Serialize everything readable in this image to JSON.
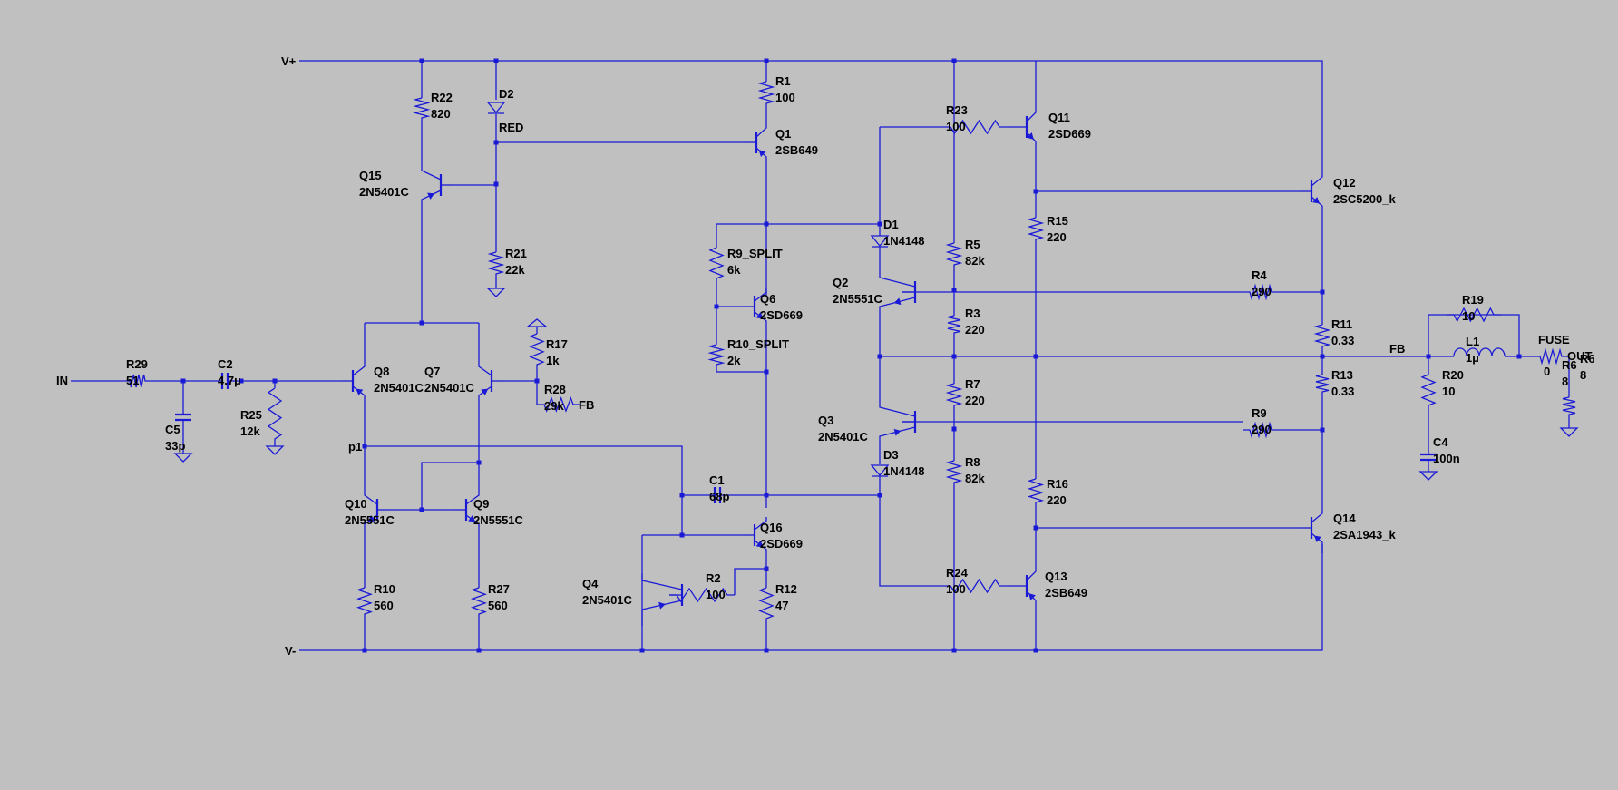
{
  "title": "",
  "power": {
    "vplus": "V+",
    "vminus": "V-"
  },
  "nets": {
    "in": "IN",
    "fb1": "FB",
    "fb2": "FB",
    "p1": "p1",
    "out": "OUT",
    "fuse": "FUSE",
    "fuse_value": "0"
  },
  "components": {
    "R29": {
      "ref": "R29",
      "value": "51"
    },
    "C2": {
      "ref": "C2",
      "value": "4.7µ"
    },
    "C5": {
      "ref": "C5",
      "value": "33p"
    },
    "R25": {
      "ref": "R25",
      "value": "12k"
    },
    "R22": {
      "ref": "R22",
      "value": "820"
    },
    "D2": {
      "ref": "D2",
      "value": "RED"
    },
    "R21": {
      "ref": "R21",
      "value": "22k"
    },
    "Q15": {
      "ref": "Q15",
      "value": "2N5401C"
    },
    "Q8": {
      "ref": "Q8",
      "value": "2N5401C"
    },
    "Q7": {
      "ref": "Q7",
      "value": "2N5401C"
    },
    "R17": {
      "ref": "R17",
      "value": "1k"
    },
    "R28": {
      "ref": "R28",
      "value": "29k"
    },
    "Q10": {
      "ref": "Q10",
      "value": "2N5551C"
    },
    "Q9": {
      "ref": "Q9",
      "value": "2N5551C"
    },
    "R10": {
      "ref": "R10",
      "value": "560"
    },
    "R27": {
      "ref": "R27",
      "value": "560"
    },
    "R1": {
      "ref": "R1",
      "value": "100"
    },
    "Q1": {
      "ref": "Q1",
      "value": "2SB649"
    },
    "R9S": {
      "ref": "R9_SPLIT",
      "value": "6k"
    },
    "R10S": {
      "ref": "R10_SPLIT",
      "value": "2k"
    },
    "Q6": {
      "ref": "Q6",
      "value": "2SD669"
    },
    "C1": {
      "ref": "C1",
      "value": "68p"
    },
    "Q16": {
      "ref": "Q16",
      "value": "2SD669"
    },
    "Q4": {
      "ref": "Q4",
      "value": "2N5401C"
    },
    "R2": {
      "ref": "R2",
      "value": "100"
    },
    "R12": {
      "ref": "R12",
      "value": "47"
    },
    "D1": {
      "ref": "D1",
      "value": "1N4148"
    },
    "D3": {
      "ref": "D3",
      "value": "1N4148"
    },
    "Q2": {
      "ref": "Q2",
      "value": "2N5551C"
    },
    "Q3": {
      "ref": "Q3",
      "value": "2N5401C"
    },
    "R23": {
      "ref": "R23",
      "value": "100"
    },
    "R5": {
      "ref": "R5",
      "value": "82k"
    },
    "R3": {
      "ref": "R3",
      "value": "220"
    },
    "R7": {
      "ref": "R7",
      "value": "220"
    },
    "R8": {
      "ref": "R8",
      "value": "82k"
    },
    "R24": {
      "ref": "R24",
      "value": "100"
    },
    "Q11": {
      "ref": "Q11",
      "value": "2SD669"
    },
    "Q13": {
      "ref": "Q13",
      "value": "2SB649"
    },
    "R15": {
      "ref": "R15",
      "value": "220"
    },
    "R16": {
      "ref": "R16",
      "value": "220"
    },
    "Q12": {
      "ref": "Q12",
      "value": "2SC5200_k"
    },
    "Q14": {
      "ref": "Q14",
      "value": "2SA1943_k"
    },
    "R4": {
      "ref": "R4",
      "value": "290"
    },
    "R9": {
      "ref": "R9",
      "value": "290"
    },
    "R11": {
      "ref": "R11",
      "value": "0.33"
    },
    "R13": {
      "ref": "R13",
      "value": "0.33"
    },
    "R19": {
      "ref": "R19",
      "value": "10"
    },
    "L1": {
      "ref": "L1",
      "value": "1µ"
    },
    "R20": {
      "ref": "R20",
      "value": "10"
    },
    "C4": {
      "ref": "C4",
      "value": "100n"
    },
    "R6": {
      "ref": "R6",
      "value": "8"
    }
  }
}
